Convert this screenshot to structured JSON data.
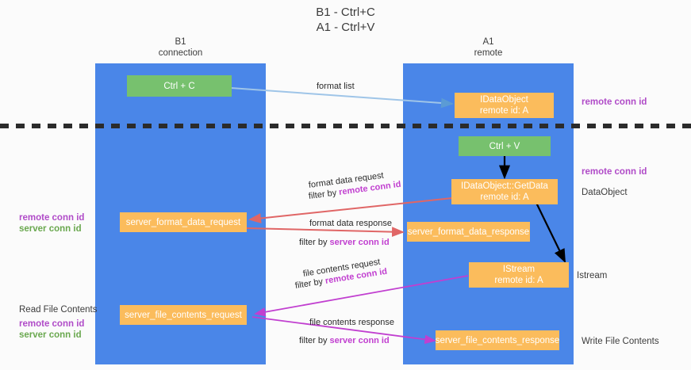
{
  "title": {
    "line1": "B1 - Ctrl+C",
    "line2": "A1 - Ctrl+V"
  },
  "colors": {
    "lane": "#4a86e8",
    "green_box": "#77c16e",
    "orange_box": "#fbbc5c",
    "remote_conn_id": "#b04bc8",
    "server_conn_id": "#6aa84f",
    "arrow_blue": "#9fc5e8",
    "arrow_red": "#e06666",
    "arrow_magenta": "#c13fd0",
    "arrow_black": "#000000",
    "background": "#fbfbfb"
  },
  "lanes": [
    {
      "name": "b1",
      "title": "B1",
      "subtitle": "connection"
    },
    {
      "name": "a1",
      "title": "A1",
      "subtitle": "remote"
    }
  ],
  "boxes": {
    "ctrl_c": {
      "label": "Ctrl + C",
      "type": "green"
    },
    "idataobject": {
      "line1": "IDataObject",
      "line2": "remote id: A",
      "type": "orange"
    },
    "ctrl_v": {
      "label": "Ctrl + V",
      "type": "green"
    },
    "getdata": {
      "line1": "IDataObject::GetData",
      "line2": "remote id: A",
      "type": "orange"
    },
    "server_format_data_request": {
      "label": "server_format_data_request",
      "type": "orange"
    },
    "server_format_data_response": {
      "label": "server_format_data_response",
      "type": "orange"
    },
    "istream": {
      "line1": "IStream",
      "line2": "remote id: A",
      "type": "orange"
    },
    "server_file_contents_request": {
      "label": "server_file_contents_request",
      "type": "orange"
    },
    "server_file_contents_response": {
      "label": "server_file_contents_response",
      "type": "orange"
    }
  },
  "right_labels": {
    "remote_conn_id_top": "remote conn id",
    "remote_conn_id_mid": "remote conn id",
    "dataobject": "DataObject",
    "istream": "Istream",
    "write_file_contents": "Write File Contents"
  },
  "left_labels": {
    "remote_conn_id": "remote conn id",
    "server_conn_id": "server conn id",
    "read_file_contents": "Read File Contents",
    "remote_conn_id_2": "remote conn id",
    "server_conn_id_2": "server conn id"
  },
  "edge_labels": {
    "format_list": "format list",
    "format_data_request": "format data request",
    "format_data_request_filter_prefix": "filter by ",
    "format_data_request_filter_key": "remote conn id",
    "format_data_response": "format data response",
    "format_data_response_filter_prefix": "filter by ",
    "format_data_response_filter_key": "server conn id",
    "file_contents_request": "file contents request",
    "file_contents_request_filter_prefix": "filter by ",
    "file_contents_request_filter_key": "remote conn id",
    "file_contents_response": "file contents response",
    "file_contents_response_filter_prefix": "filter by ",
    "file_contents_response_filter_key": "server conn id"
  }
}
